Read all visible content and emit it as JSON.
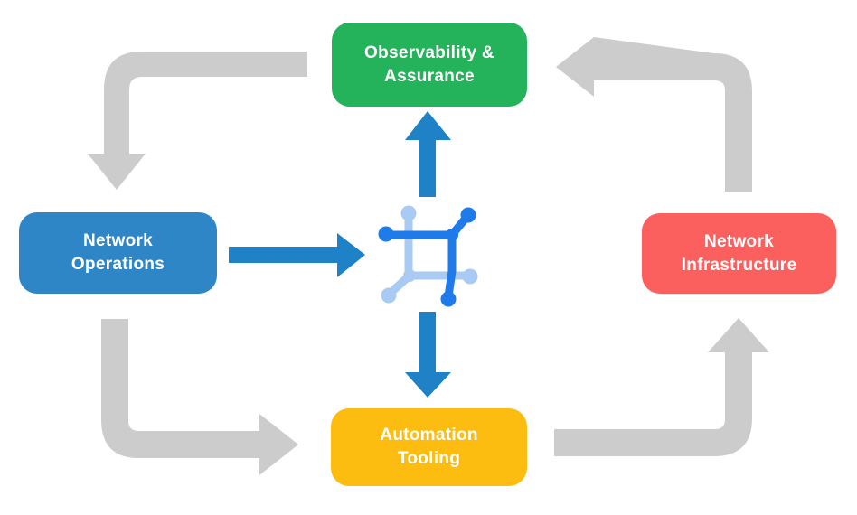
{
  "diagram": {
    "nodes": {
      "observability": {
        "label": "Observability &\nAssurance",
        "color": "#24B25B"
      },
      "operations": {
        "label": "Network\nOperations",
        "color": "#2E86C6"
      },
      "infrastructure": {
        "label": "Network\nInfrastructure",
        "color": "#FB605F"
      },
      "automation": {
        "label": "Automation\nTooling",
        "color": "#FDBD10"
      }
    },
    "text_color": "#FFFFFF",
    "arrows": {
      "gray_color": "#CCCCCC",
      "blue_color": "#1F81C6",
      "cycle_edges": [
        {
          "from": "Observability & Assurance",
          "to": "Network Operations"
        },
        {
          "from": "Network Operations",
          "to": "Automation Tooling"
        },
        {
          "from": "Automation Tooling",
          "to": "Network Infrastructure"
        },
        {
          "from": "Network Infrastructure",
          "to": "Observability & Assurance"
        }
      ],
      "center_edges": [
        {
          "from": "Network Operations",
          "to": "center-icon"
        },
        {
          "from": "center-icon",
          "to": "Observability & Assurance"
        },
        {
          "from": "center-icon",
          "to": "Automation Tooling"
        }
      ]
    },
    "center_icon": {
      "name": "network-nodes-icon",
      "dark_color": "#1E7BE9",
      "light_color": "#A9CBF3"
    }
  }
}
